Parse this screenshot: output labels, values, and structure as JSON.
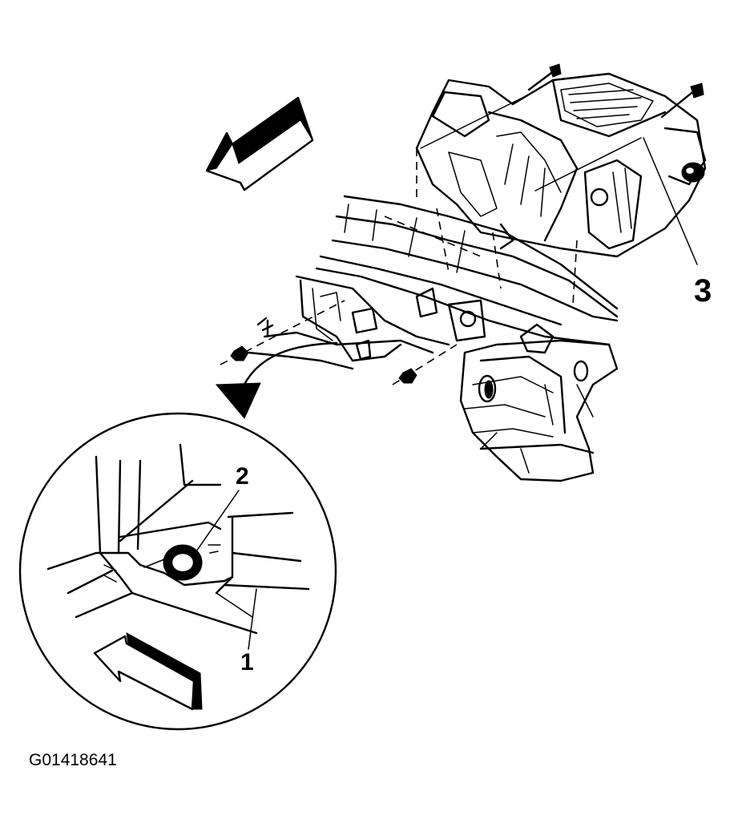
{
  "diagram": {
    "callouts": {
      "label_1": "1",
      "label_2": "2",
      "label_3": "3"
    },
    "figure_id": "G01418641"
  }
}
